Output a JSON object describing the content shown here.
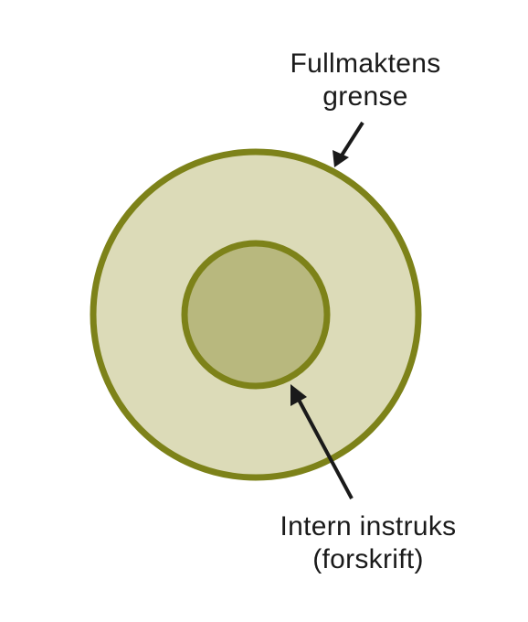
{
  "outer_label": {
    "line1": "Fullmaktens",
    "line2": "grense"
  },
  "inner_label": {
    "line1": "Intern instruks",
    "line2": "(forskrift)"
  },
  "colors": {
    "outer_fill": "#dcdbb8",
    "inner_fill": "#b8b87e",
    "stroke": "#7d8219",
    "arrow": "#1a1a1a"
  }
}
